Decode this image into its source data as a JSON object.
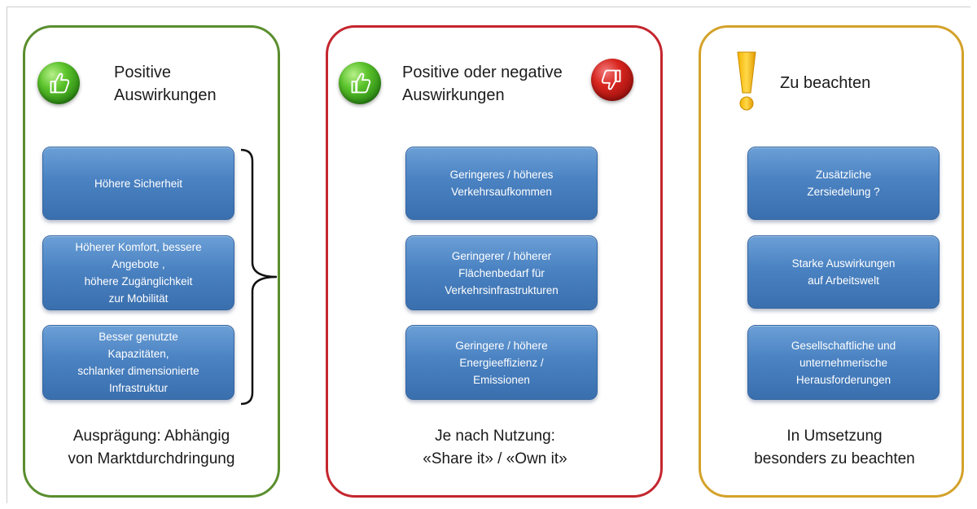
{
  "columns": [
    {
      "heading": "Positive\nAuswirkungen",
      "boxes": [
        "Höhere Sicherheit",
        "Höherer Komfort, bessere\nAngebote ,\nhöhere Zugänglichkeit\nzur Mobilität",
        "Besser genutzte\nKapazitäten,\nschlanker dimensionierte\nInfrastruktur"
      ],
      "footer": "Ausprägung: Abhängig\nvon Marktdurchdringung"
    },
    {
      "heading": "Positive oder negative\nAuswirkungen",
      "boxes": [
        "Geringeres / höheres\nVerkehrsaufkommen",
        "Geringerer / höherer\nFlächenbedarf für\nVerkehrsinfrastrukturen",
        "Geringere / höhere\nEnergieeffizienz /\nEmissionen"
      ],
      "footer": "Je nach Nutzung:\n«Share it» / «Own it»"
    },
    {
      "heading": "Zu beachten",
      "boxes": [
        "Zusätzliche\nZersiedelung ?",
        "Starke Auswirkungen\nauf Arbeitswelt",
        "Gesellschaftliche und\nunternehmerische\nHerausforderungen"
      ],
      "footer": "In Umsetzung\nbesonders zu beachten"
    }
  ],
  "colors": {
    "positive_border": "#5a8e2e",
    "mixed_border": "#c4262e",
    "caution_border": "#d4a22a",
    "box_blue": "#4a82c2"
  },
  "icons": [
    "thumbs-up-icon",
    "thumbs-down-icon",
    "exclamation-icon",
    "curly-brace"
  ]
}
